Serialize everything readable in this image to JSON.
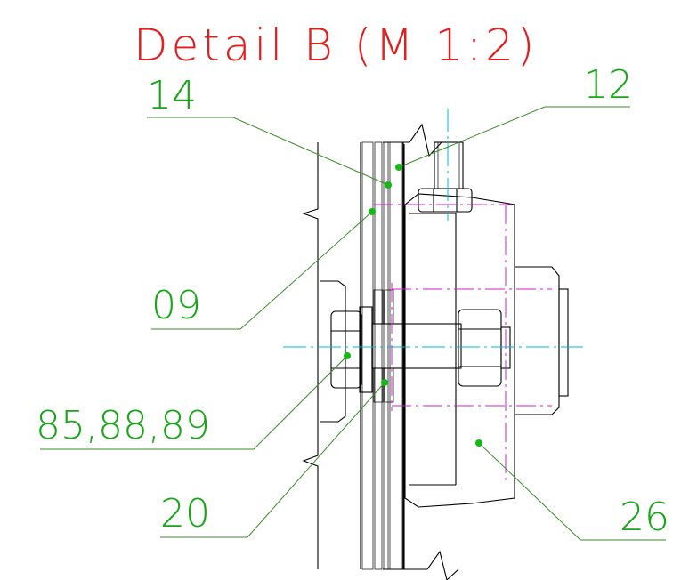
{
  "title": "Detail B (M 1:2)",
  "labels": {
    "l14": "14",
    "l12": "12",
    "l09": "09",
    "l85": "85,88,89",
    "l20": "20",
    "l26": "26"
  },
  "colors": {
    "title": "#e02020",
    "labels": "#1aa51a",
    "centerline": "#00b7d6",
    "hidden_line": "#d01fd0",
    "outline": "#000000"
  }
}
